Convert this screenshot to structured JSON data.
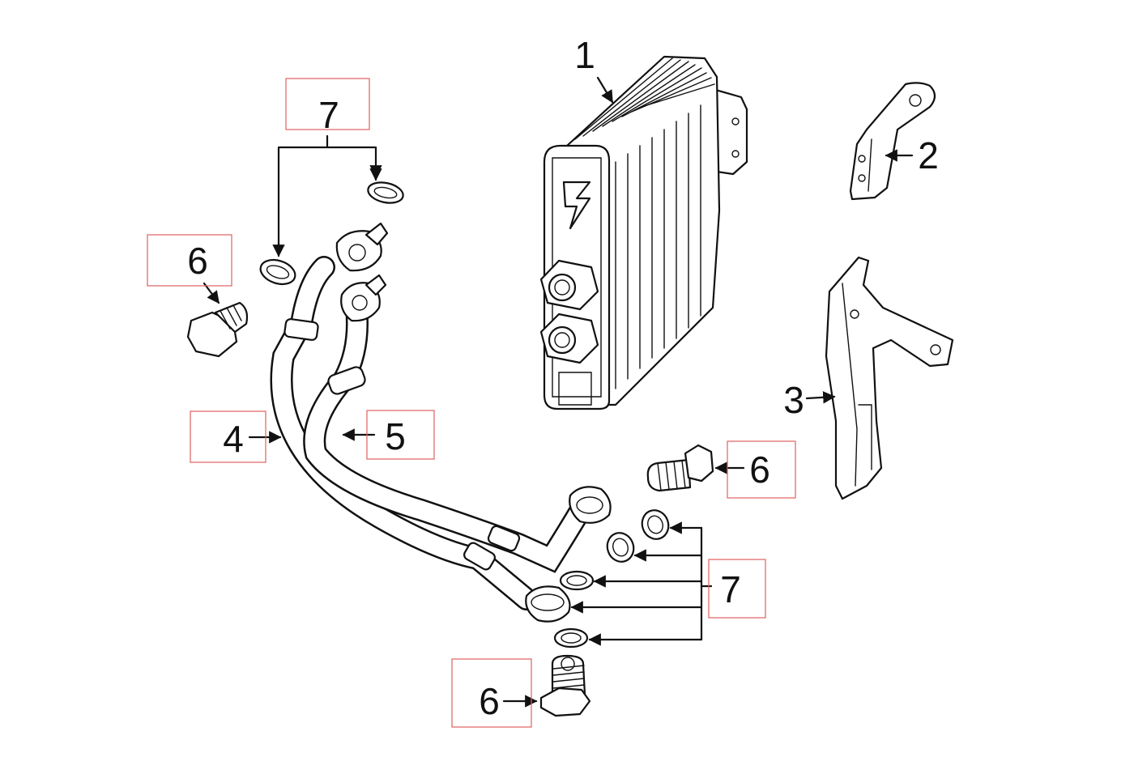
{
  "diagram": {
    "callouts": [
      {
        "id": "c1",
        "label": "1"
      },
      {
        "id": "c2",
        "label": "2"
      },
      {
        "id": "c3",
        "label": "3"
      },
      {
        "id": "c4",
        "label": "4"
      },
      {
        "id": "c5",
        "label": "5"
      },
      {
        "id": "c6a",
        "label": "6"
      },
      {
        "id": "c6b",
        "label": "6"
      },
      {
        "id": "c6c",
        "label": "6"
      },
      {
        "id": "c7a",
        "label": "7"
      },
      {
        "id": "c7b",
        "label": "7"
      }
    ],
    "colors": {
      "line": "#111111",
      "highlight_box": "#e06060",
      "background": "#ffffff"
    }
  }
}
